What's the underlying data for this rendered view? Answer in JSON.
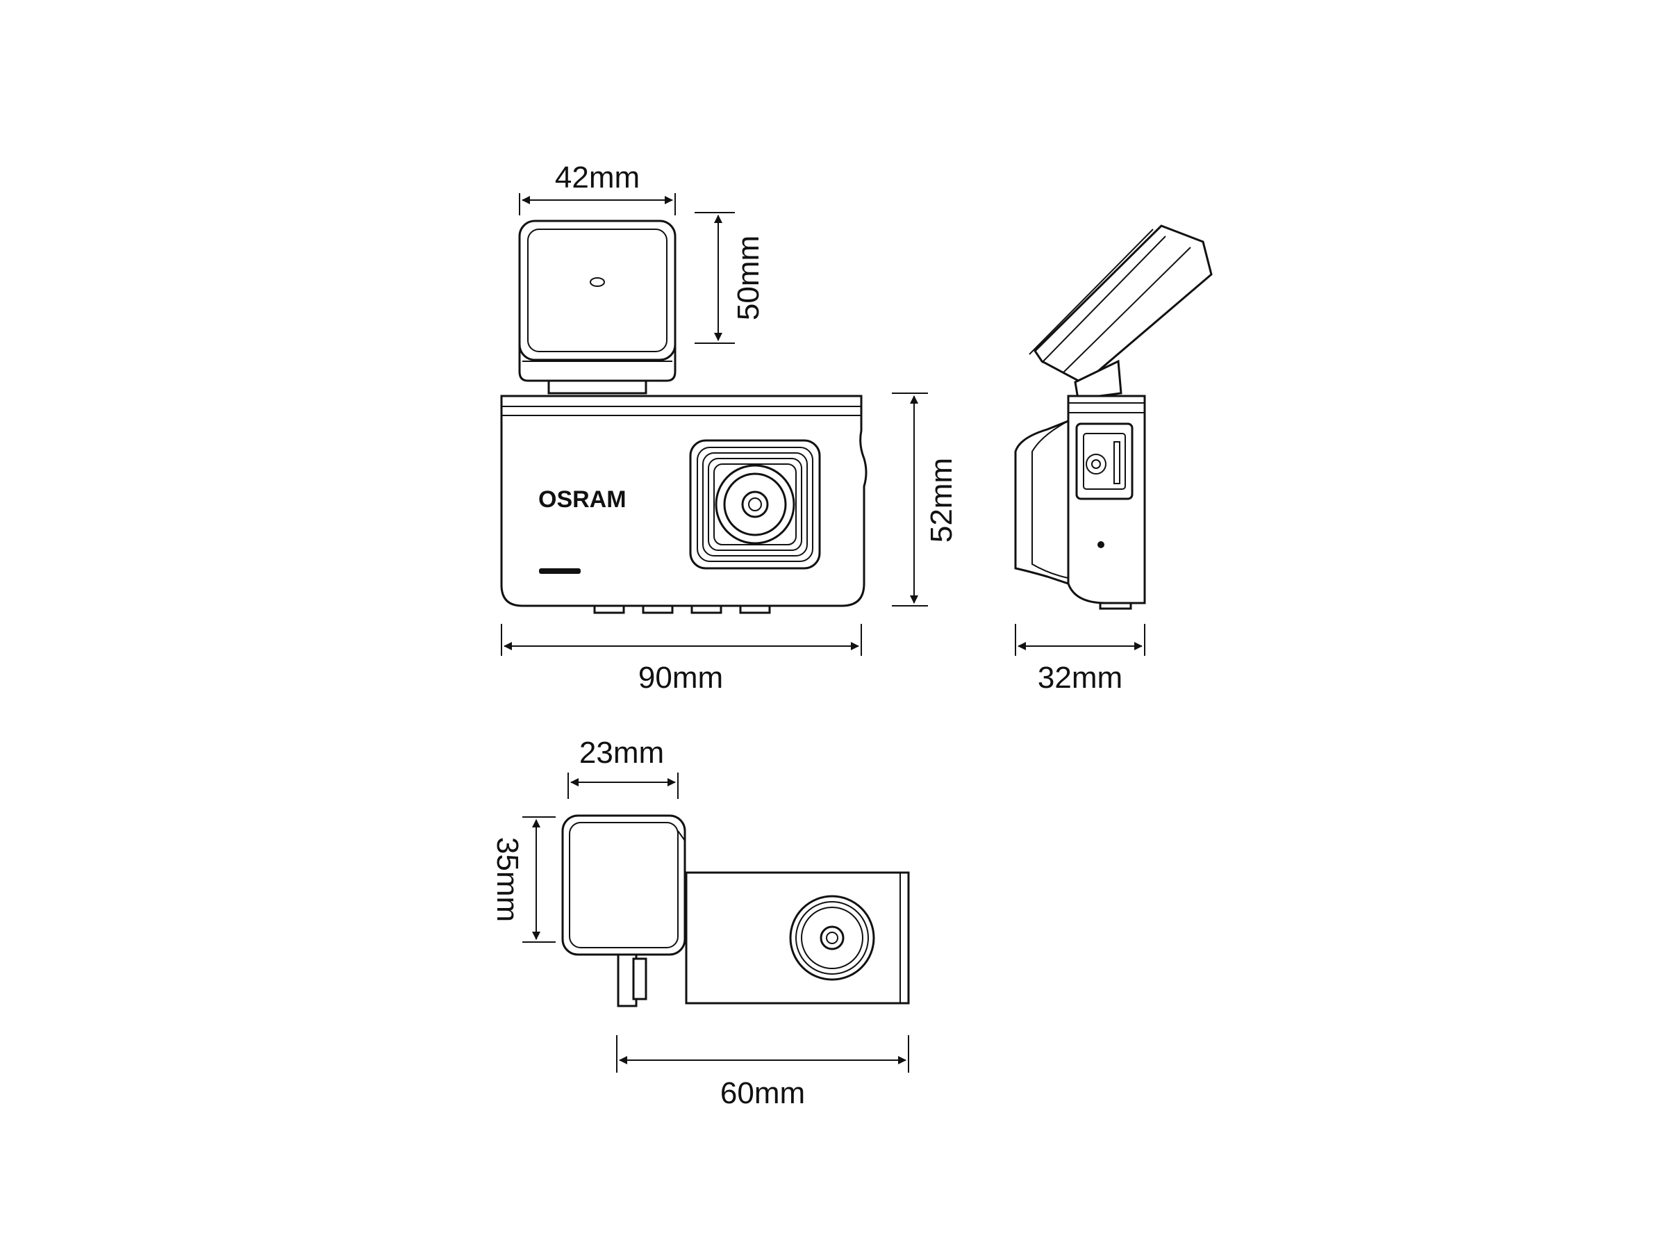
{
  "brand": "OSRAM",
  "front_view": {
    "mount_width": "42mm",
    "mount_height": "50mm",
    "body_height": "52mm",
    "body_width": "90mm"
  },
  "side_view": {
    "depth": "32mm"
  },
  "rear_camera": {
    "mount_width": "23mm",
    "mount_height": "35mm",
    "length": "60mm"
  },
  "colors": {
    "line": "#111111",
    "background": "#ffffff"
  }
}
